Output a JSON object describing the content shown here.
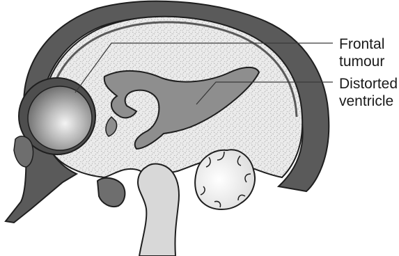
{
  "labels": {
    "frontal_tumour": {
      "line1": "Frontal",
      "line2": "tumour"
    },
    "distorted_ventricle": {
      "line1": "Distorted",
      "line2": "ventricle"
    }
  },
  "colors": {
    "skull_band": "#5a5a5a",
    "brain_speckle_bg": "#ebebeb",
    "speckle_dot": "#9a9a9a",
    "tumour_core": "#aaaaaa",
    "tumour_shadow": "#4e4e4e",
    "ventricle": "#8e8e8e",
    "brainstem": "#d8d8d8",
    "outline": "#1e1e1e",
    "label_text": "#1a1a1a"
  },
  "icons": {
    "tumour": "radial-gradient-sphere",
    "cerebellum": "folded-lobe"
  }
}
